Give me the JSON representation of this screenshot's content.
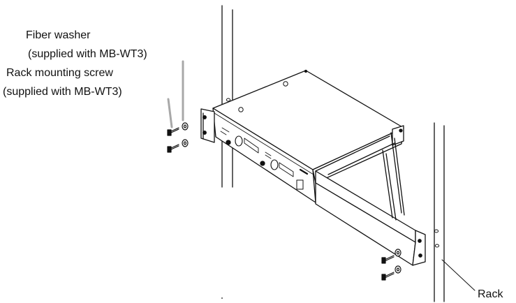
{
  "labels": {
    "fiber_washer_title": "Fiber washer",
    "fiber_washer_note": "(supplied with MB-WT3)",
    "screw_title": "Rack mounting screw",
    "screw_note": "(supplied with MB-WT3)",
    "rack": "Rack"
  },
  "colors": {
    "line": "#111111",
    "leader_gray": "#a8a8a8",
    "text": "#111111"
  }
}
